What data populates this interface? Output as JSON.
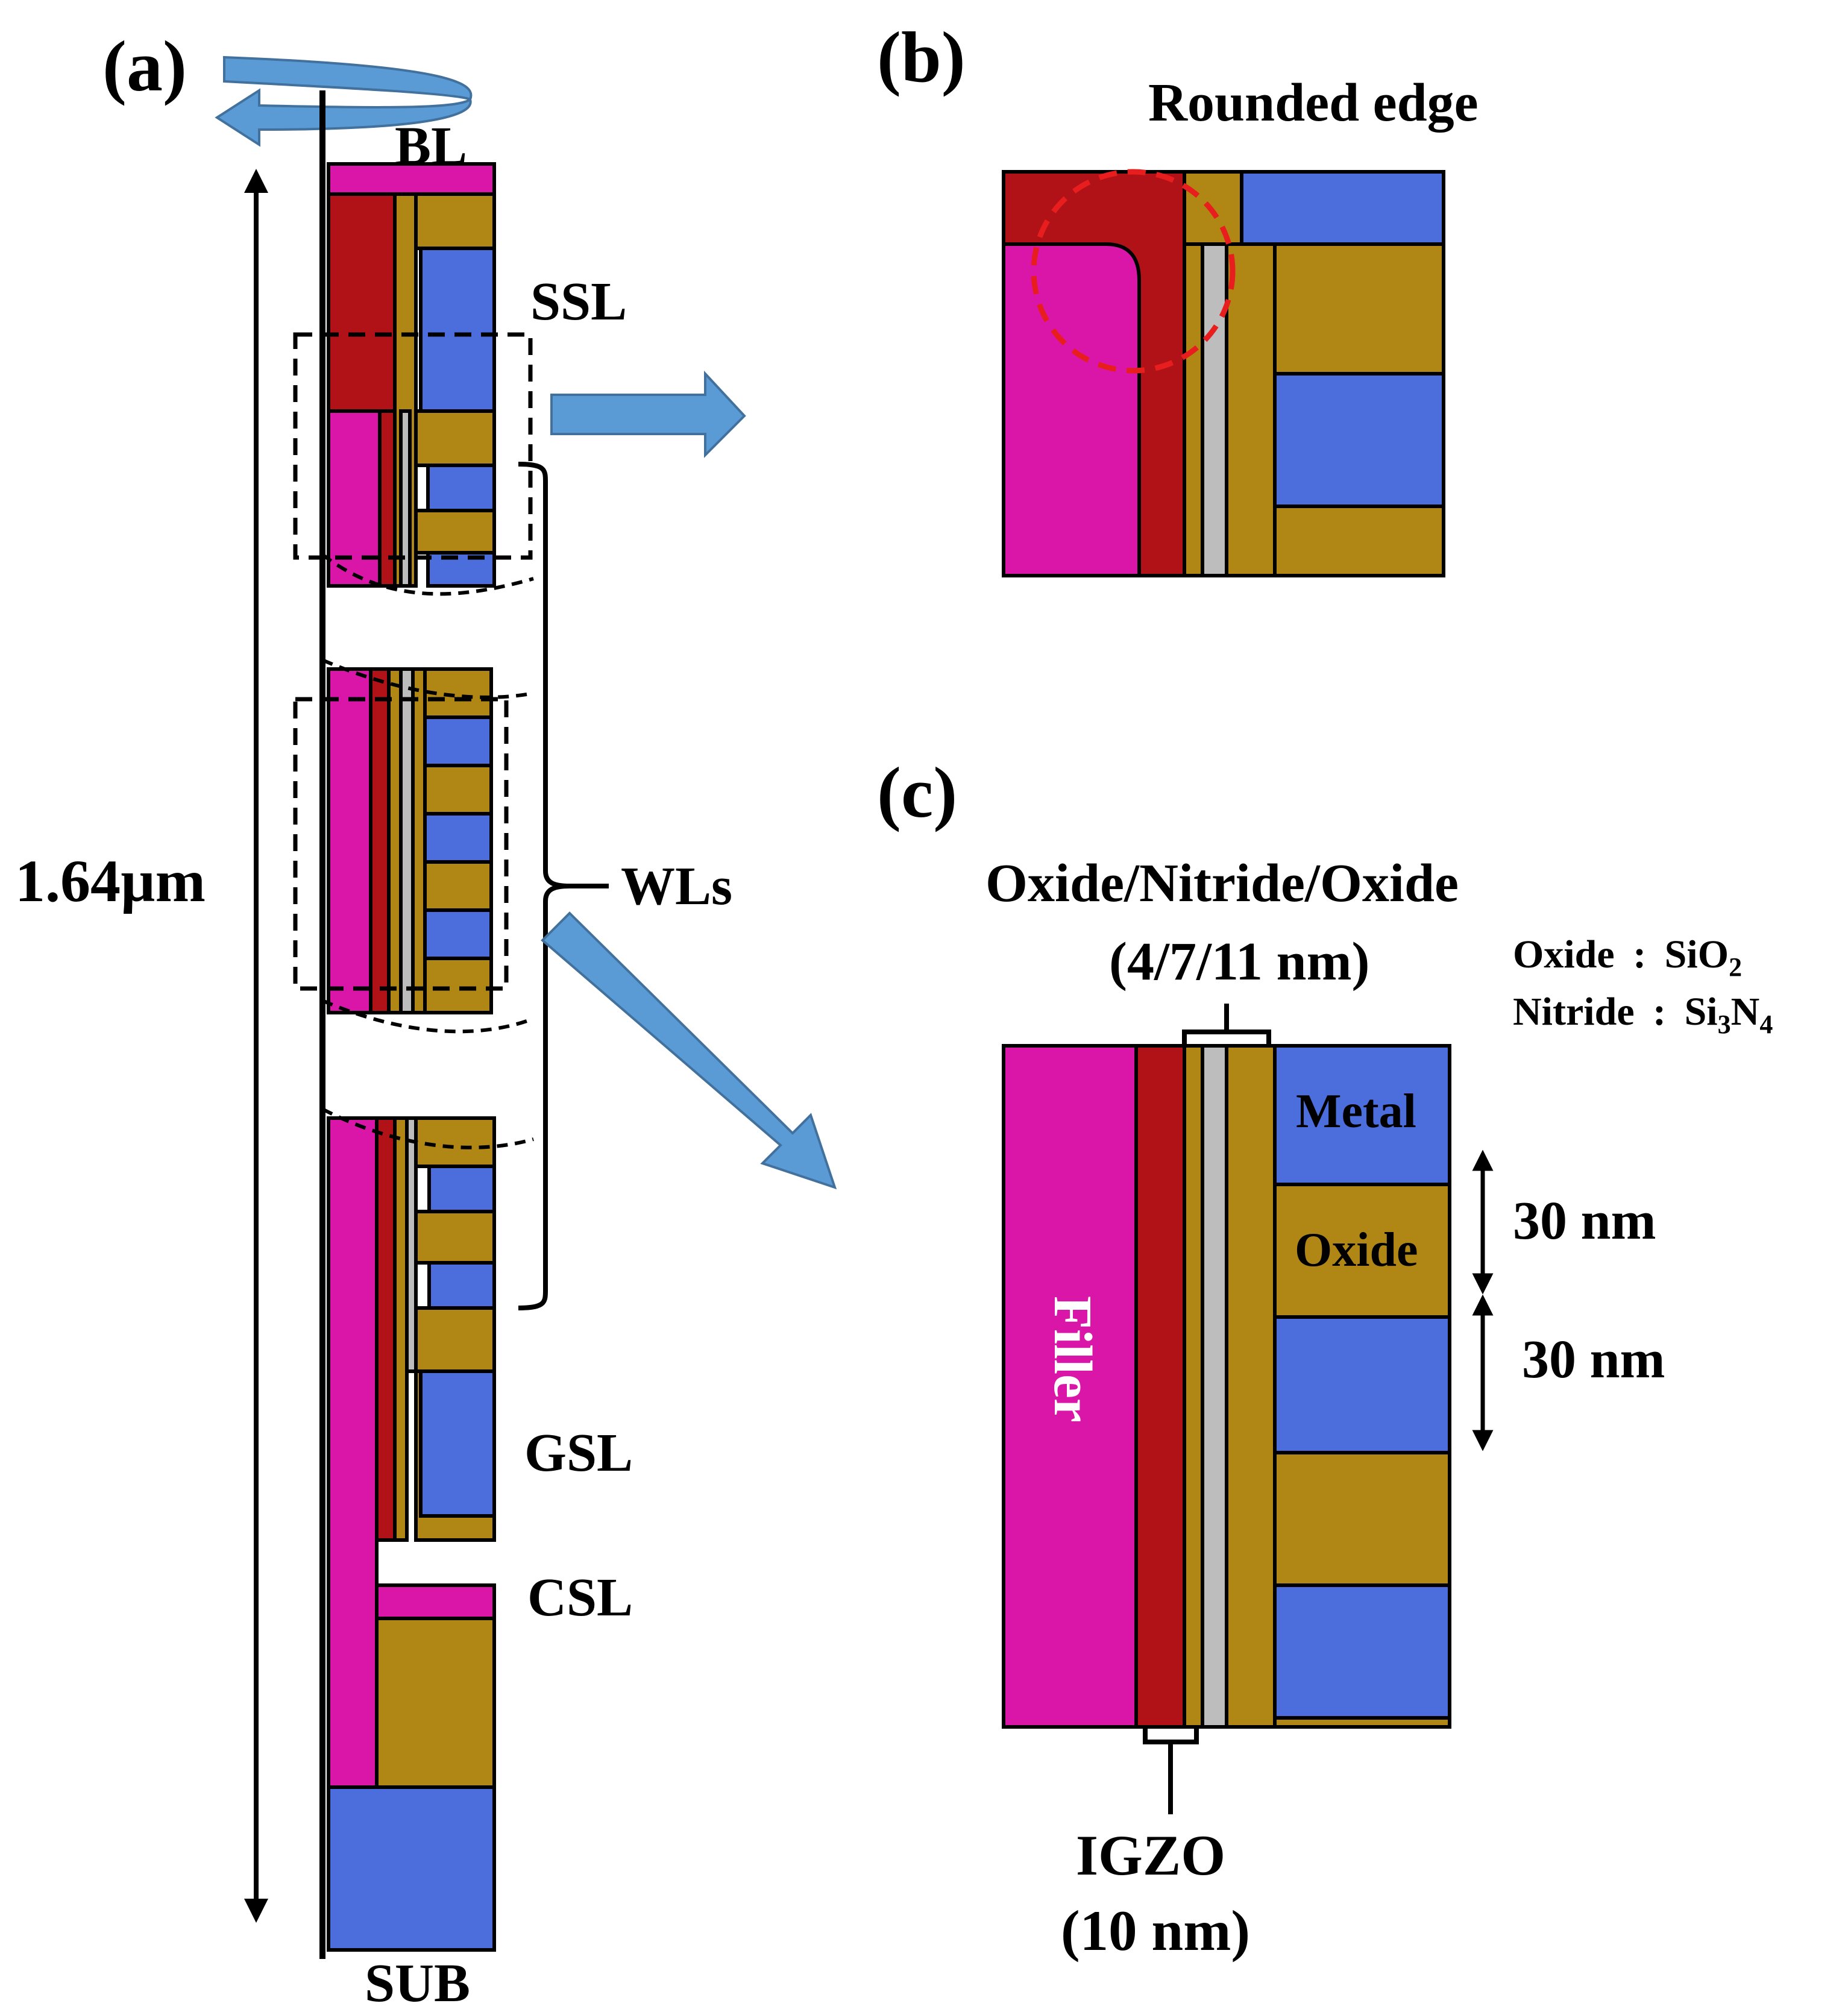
{
  "panels": {
    "a": "(a)",
    "b": "(b)",
    "c": "(c)"
  },
  "labels": {
    "bl": "BL",
    "ssl": "SSL",
    "wls": "WLs",
    "gsl": "GSL",
    "csl": "CSL",
    "sub": "SUB",
    "height": "1.64µm",
    "rounded_edge": "Rounded edge",
    "ono_title": "Oxide/Nitride/Oxide",
    "ono_thickness": "(4/7/11 nm)",
    "oxide_legend_name": "Oxide",
    "oxide_legend_formula_main": "SiO",
    "oxide_legend_formula_sub": "2",
    "nitride_legend_name": "Nitride",
    "nitride_legend_formula_a": "Si",
    "nitride_legend_formula_b": "3",
    "nitride_legend_formula_c": "N",
    "nitride_legend_formula_d": "4",
    "legend_sep": ":",
    "metal": "Metal",
    "oxide": "Oxide",
    "filler": "Filler",
    "dim_1": "30 nm",
    "dim_2": "30 nm",
    "igzo": "IGZO",
    "igzo_thickness": "(10 nm)"
  },
  "colors": {
    "filler": "#D916A8",
    "igzo": "#B01218",
    "oxide": "#B08614",
    "metal": "#4B6EDC",
    "nitride": "#BDBDBD",
    "arrow": "#5B9BD5",
    "highlight": "#E81E1E"
  }
}
